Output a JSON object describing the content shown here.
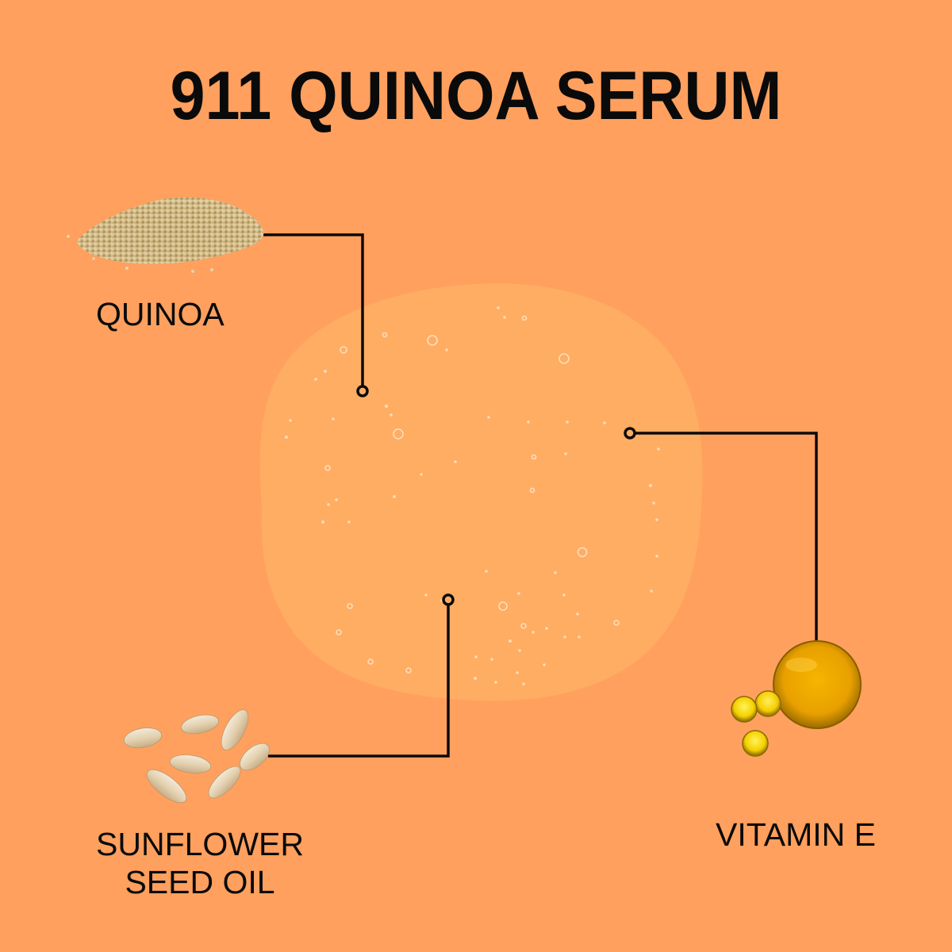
{
  "title": "911 QUINOA SERUM",
  "colors": {
    "background": "#FFA05E",
    "serum_blob": "#FFAD63",
    "connector": "#0a0a0a",
    "text": "#0a0a0a"
  },
  "ingredients": [
    {
      "id": "quinoa",
      "label": "QUINOA",
      "icon": "quinoa-pile-icon"
    },
    {
      "id": "vitamin_e",
      "label": "VITAMIN E",
      "icon": "oil-droplets-icon"
    },
    {
      "id": "sunflower",
      "label_line1": "SUNFLOWER",
      "label_line2": "SEED OIL",
      "icon": "sunflower-seeds-icon"
    }
  ],
  "center_image": "serum-swatch-icon"
}
